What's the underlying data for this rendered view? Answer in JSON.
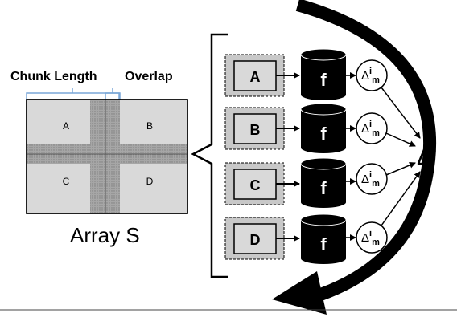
{
  "labels": {
    "chunk_length": "Chunk Length",
    "overlap": "Overlap",
    "array_name": "Array S",
    "delta": "Δ",
    "delta_sup": "i",
    "local_delta_sup": "i",
    "local_delta_sub": "m",
    "function": "f"
  },
  "array_quadrants": [
    "A",
    "B",
    "C",
    "D"
  ],
  "chunks": [
    "A",
    "B",
    "C",
    "D"
  ],
  "colors": {
    "overlap_fill": "#9b9b9b",
    "chunk_fill": "#d9d9d9",
    "outer_box": "#c8c8c8",
    "cylinder": "#000000",
    "arrow": "#000000",
    "bracket_blue": "#7aa7d8"
  }
}
